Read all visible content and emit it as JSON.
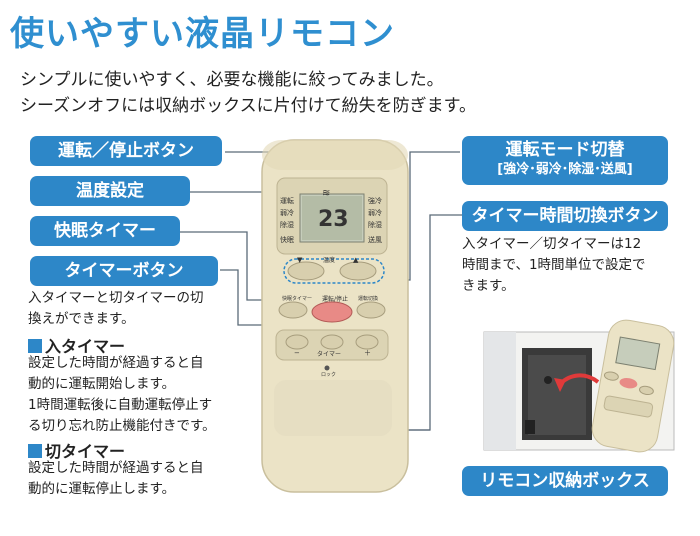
{
  "title": "使いやすい液晶リモコン",
  "subtitle": [
    "シンプルに使いやすく、必要な機能に絞ってみました。",
    "シーズンオフには収納ボックスに片付けて紛失を防ぎます。"
  ],
  "labels": {
    "run_stop": "運転／停止ボタン",
    "temp": "温度設定",
    "sleep": "快眠タイマー",
    "timer": "タイマーボタン",
    "mode": "運転モード切替",
    "mode_sub": "[強冷･弱冷･除湿･送風]",
    "timer_switch": "タイマー時間切換ボタン",
    "storage": "リモコン収納ボックス"
  },
  "timer_desc": [
    "入タイマーと切タイマーの切",
    "換えができます。"
  ],
  "on_timer": {
    "heading": "入タイマー",
    "lines": [
      "設定した時間が経過すると自",
      "動的に運転開始します。",
      "1時間運転後に自動運転停止す",
      "る切り忘れ防止機能付きです。"
    ]
  },
  "off_timer": {
    "heading": "切タイマー",
    "lines": [
      "設定した時間が経過すると自",
      "動的に運転停止します。"
    ]
  },
  "timer_switch_desc": [
    "入タイマー／切タイマーは12",
    "時間まで、1時間単位で設定で",
    "きます。"
  ],
  "remote": {
    "display_temp": "23",
    "left_icons": [
      "運転",
      "弱冷",
      "除湿",
      "快眠"
    ],
    "right_icons": [
      "強冷",
      "弱冷",
      "除湿",
      "送風"
    ],
    "top_left_btn": "▼",
    "top_right_btn": "▲",
    "top_center_label": "温度",
    "run_label": "運転/停止",
    "sleep_btn": "快眠タイマー",
    "mode_btn": "運転切換",
    "minus_label": "−",
    "timer_label": "タイマー",
    "plus_label": "＋",
    "lock_label": "ロック"
  },
  "colors": {
    "accent": "#2d87c8",
    "title": "#2f8fd0",
    "remote_body": "#ece4c8",
    "run_button": "#e88a86"
  }
}
